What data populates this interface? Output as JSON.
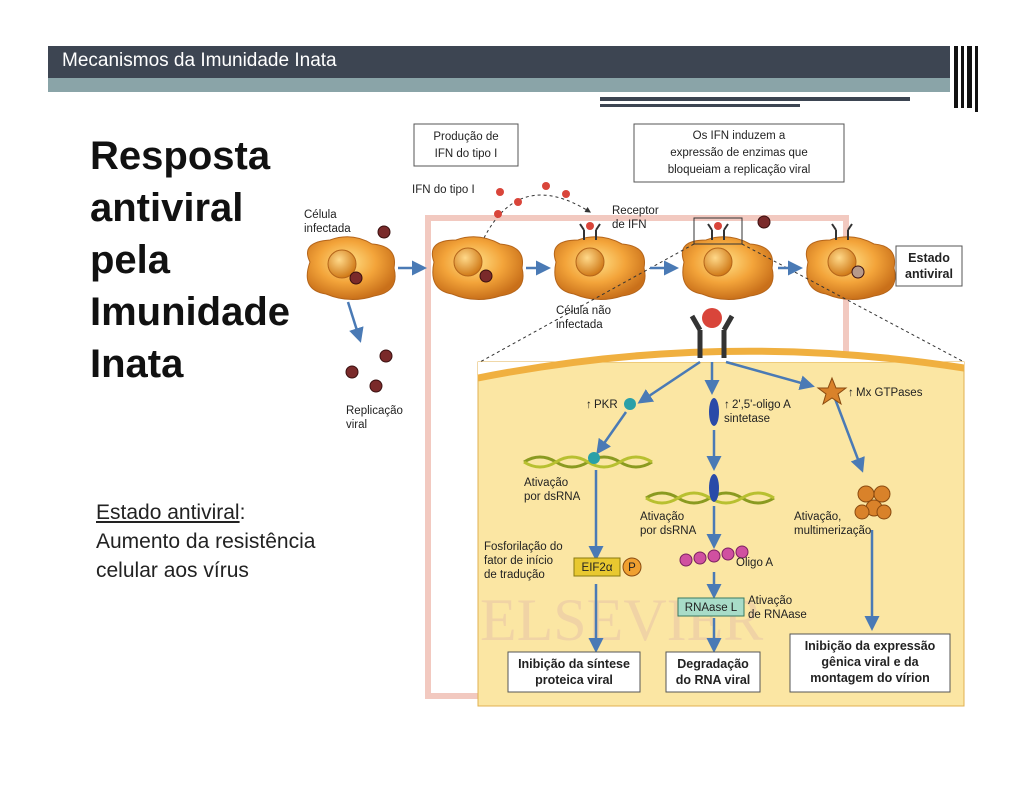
{
  "header": {
    "title": "Mecanismos da Imunidade Inata"
  },
  "heading": {
    "lines": [
      "Resposta",
      "antiviral",
      "pela",
      "Imunidade",
      "Inata"
    ]
  },
  "body": {
    "term": "Estado antiviral",
    "colon": ":",
    "line2": "Aumento da resistência",
    "line3": "celular aos vírus"
  },
  "figure": {
    "box_producao": [
      "Produção de",
      "IFN do tipo I"
    ],
    "box_induzem": [
      "Os IFN induzem a",
      "expressão de enzimas que",
      "bloqueiam a replicação viral"
    ],
    "ifn_label": "IFN do tipo I",
    "receptor_label": [
      "Receptor",
      "de IFN"
    ],
    "celula_infectada": [
      "Célula",
      "infectada"
    ],
    "celula_nao": [
      "Célula não",
      "infectada"
    ],
    "replicacao": [
      "Replicação",
      "viral"
    ],
    "estado": [
      "Estado",
      "antiviral"
    ],
    "pkr": "PKR",
    "oligo_sint": [
      "2',5'-oligo A",
      "sintetase"
    ],
    "mx": "Mx GTPases",
    "ativ_dsrna1": [
      "Ativação",
      "por dsRNA"
    ],
    "ativ_dsrna2": [
      "Ativação",
      "por dsRNA"
    ],
    "ativ_mult": [
      "Ativação,",
      "multimerização"
    ],
    "fosfo": [
      "Fosforilação do",
      "fator de início",
      "de tradução"
    ],
    "eif": "EIF2α",
    "p": "P",
    "oligo_a": "Oligo A",
    "rnaase": "RNAase L",
    "ativ_rnaase": [
      "Ativação",
      "de RNAase"
    ],
    "out1": [
      "Inibição da síntese",
      "proteica viral"
    ],
    "out2": [
      "Degradação",
      "do RNA viral"
    ],
    "out3": [
      "Inibição da expressão",
      "gênica viral e da",
      "montagem do vírion"
    ],
    "watermark": "ELSEVIER"
  }
}
